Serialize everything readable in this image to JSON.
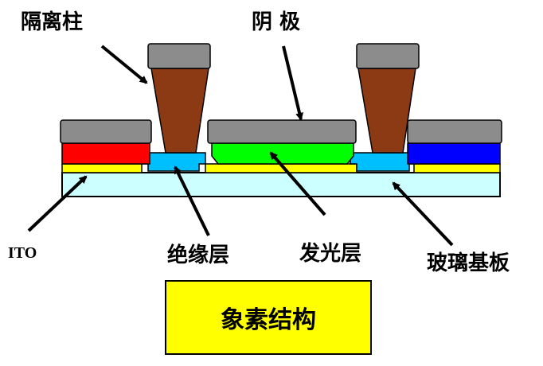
{
  "labels": {
    "spacer": "隔离柱",
    "cathode": "阴  极",
    "ito": "ITO",
    "insulator": "绝缘层",
    "emitter": "发光层",
    "glass": "玻璃基板"
  },
  "title": "象素结构",
  "colors": {
    "cathode": "#8c8c8c",
    "spacer": "#8b3a14",
    "insulator": "#00bfff",
    "red_layer": "#ff0000",
    "green_layer": "#00ff00",
    "blue_layer": "#0000ff",
    "ito_layer": "#ffff00",
    "glass_layer": "#ccffff",
    "title_bg": "#ffff00"
  }
}
